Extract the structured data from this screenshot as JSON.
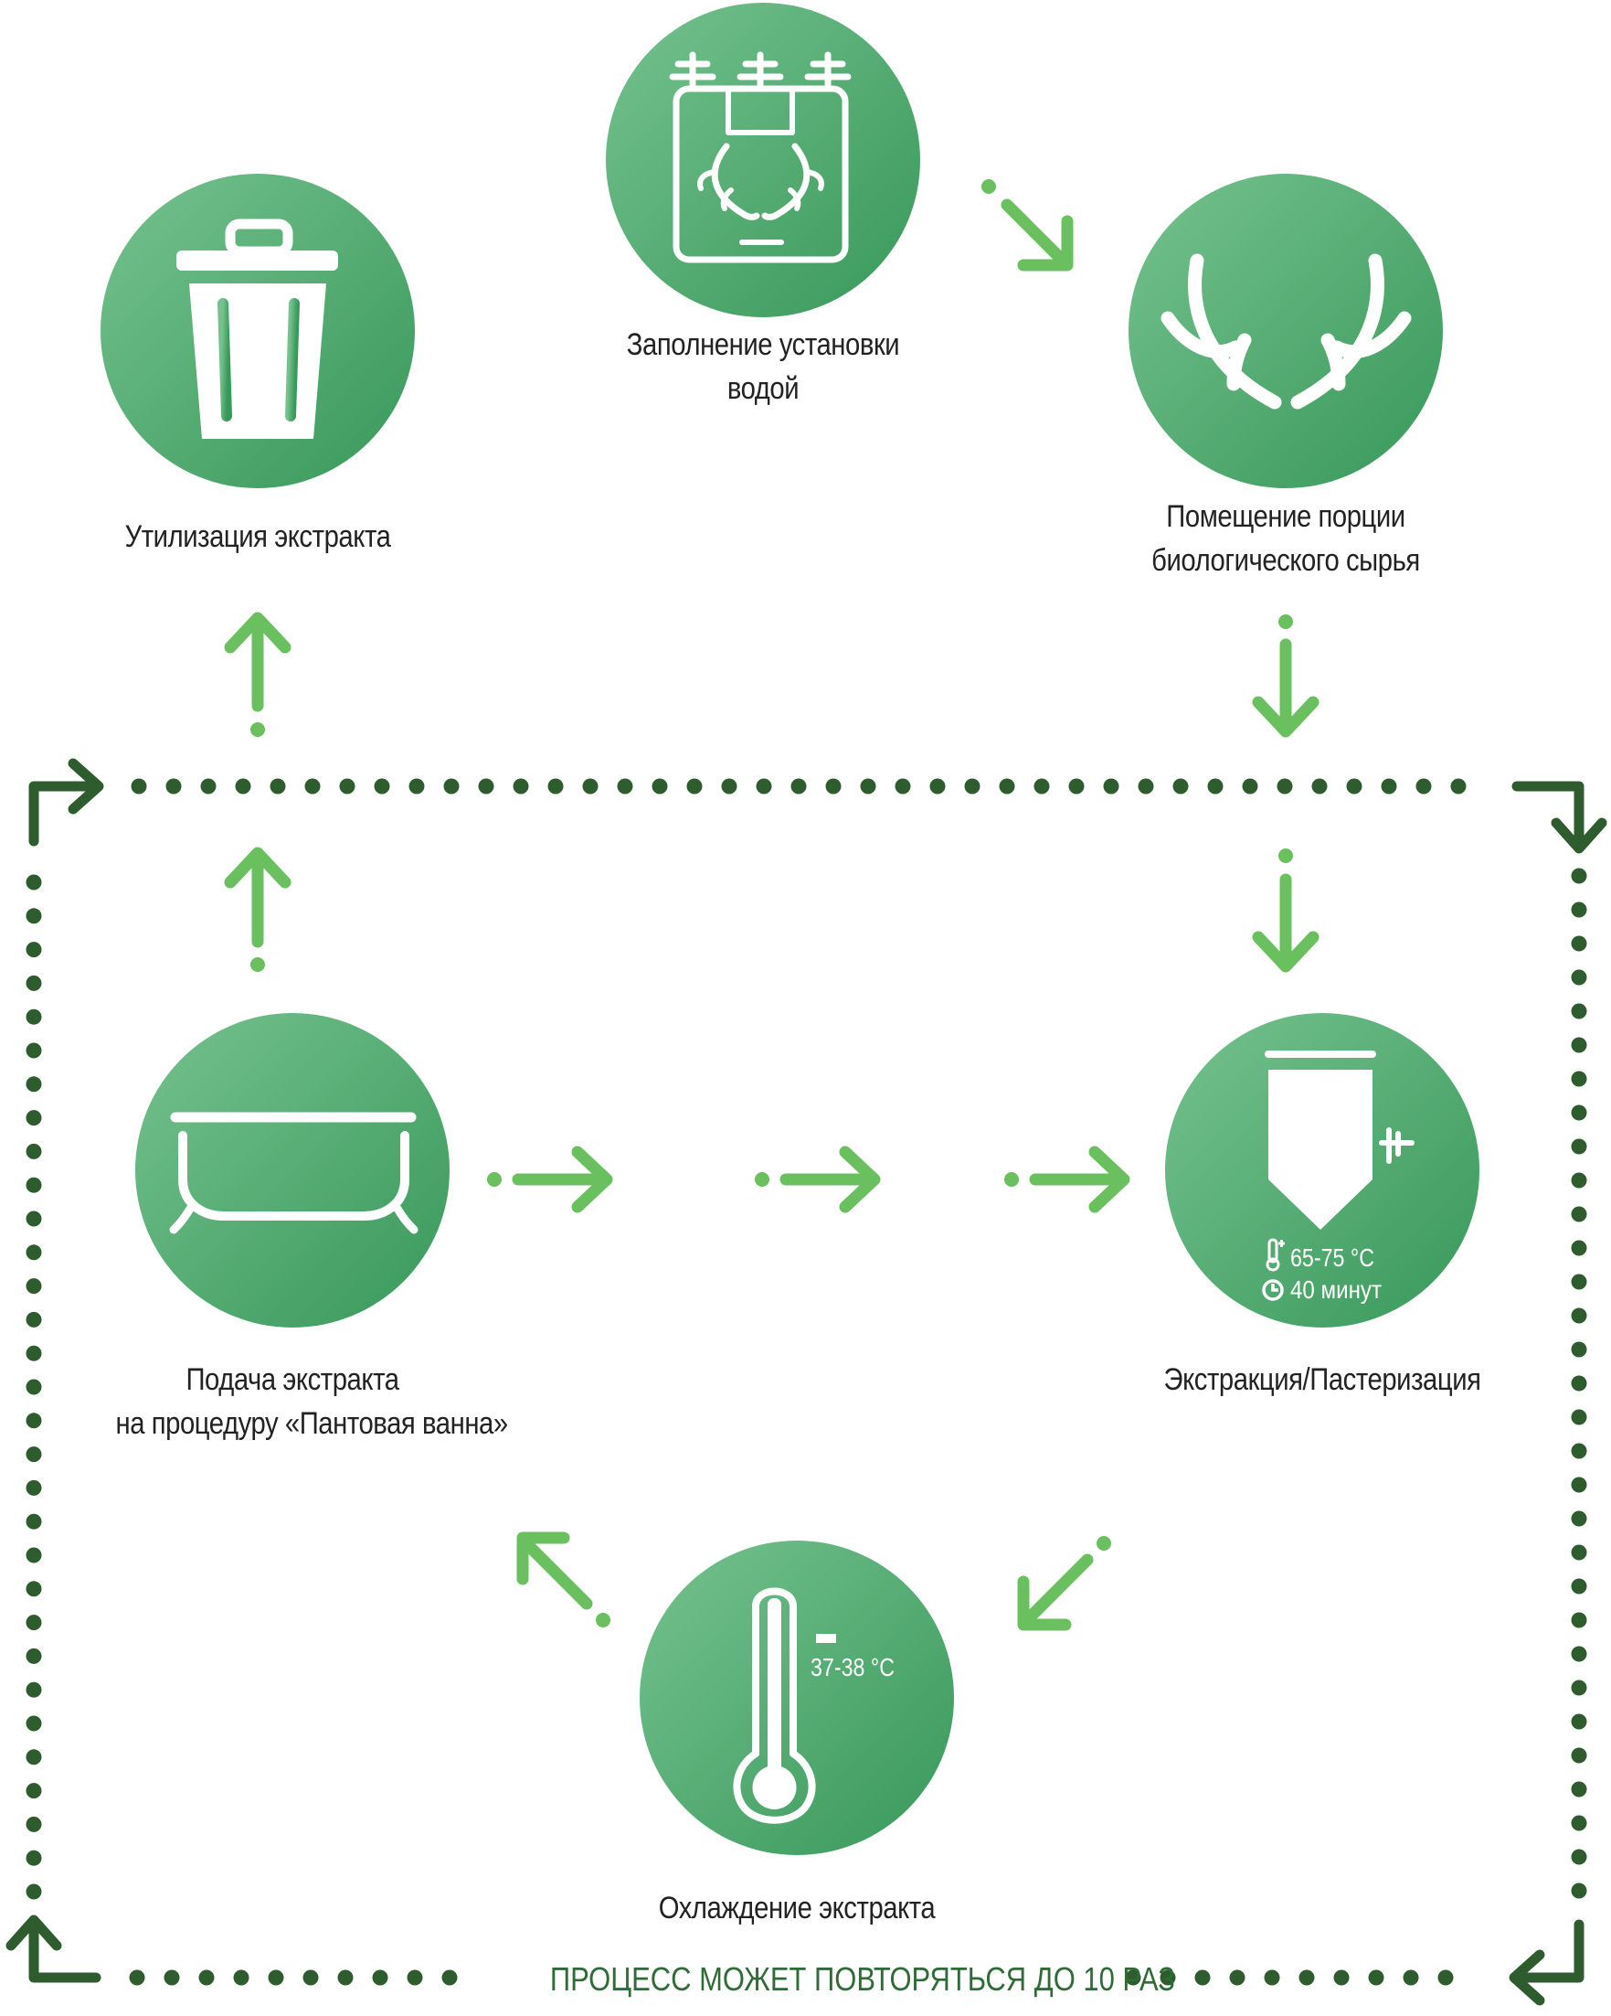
{
  "colors": {
    "circle_light": "#72bd8a",
    "circle_dark": "#3a9a5a",
    "arrow_light": "#6abf5f",
    "loop_dark": "#2e5c2e",
    "text": "#222222"
  },
  "steps": {
    "fill_water": {
      "line1": "Заполнение установки",
      "line2": "водой",
      "icon": "tank-with-antlers-icon"
    },
    "place_portion": {
      "line1": "Помещение порции",
      "line2": "биологического сырья",
      "icon": "antlers-icon"
    },
    "extraction": {
      "line1": "Экстракция/Пастеризация",
      "icon": "extraction-tank-icon",
      "temp": "65-75 °C",
      "time": "40 минут"
    },
    "cooling": {
      "line1": "Охлаждение экстракта",
      "icon": "thermometer-icon",
      "temp": "37-38 °C"
    },
    "bath_supply": {
      "line1": "Подача экстракта",
      "line2": "на процедуру «Пантовая ванна»",
      "icon": "bathtub-icon"
    },
    "disposal": {
      "line1": "Утилизация экстракта",
      "icon": "trash-can-icon"
    }
  },
  "loop": {
    "caption": "ПРОЦЕСС МОЖЕТ ПОВТОРЯТЬСЯ ДО 10 РАЗ"
  }
}
